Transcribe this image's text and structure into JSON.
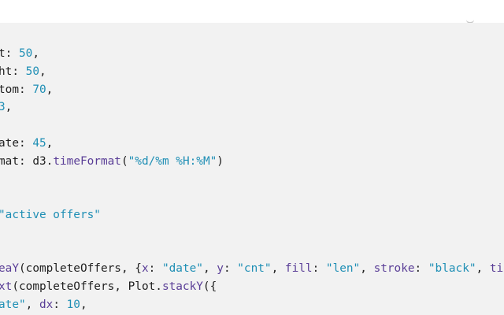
{
  "editor": {
    "lines": [
      {
        "tokens": [
          {
            "t": "t",
            "c": "key"
          },
          {
            "t": ": ",
            "c": "punc"
          },
          {
            "t": "50",
            "c": "num"
          },
          {
            "t": ",",
            "c": "punc"
          }
        ]
      },
      {
        "tokens": [
          {
            "t": "ht",
            "c": "key"
          },
          {
            "t": ": ",
            "c": "punc"
          },
          {
            "t": "50",
            "c": "num"
          },
          {
            "t": ",",
            "c": "punc"
          }
        ]
      },
      {
        "tokens": [
          {
            "t": "tom",
            "c": "key"
          },
          {
            "t": ": ",
            "c": "punc"
          },
          {
            "t": "70",
            "c": "num"
          },
          {
            "t": ",",
            "c": "punc"
          }
        ]
      },
      {
        "tokens": [
          {
            "t": "3",
            "c": "num"
          },
          {
            "t": ",",
            "c": "punc"
          }
        ]
      },
      {
        "tokens": []
      },
      {
        "tokens": [
          {
            "t": "ate",
            "c": "key"
          },
          {
            "t": ": ",
            "c": "punc"
          },
          {
            "t": "45",
            "c": "num"
          },
          {
            "t": ",",
            "c": "punc"
          }
        ]
      },
      {
        "tokens": [
          {
            "t": "mat",
            "c": "key"
          },
          {
            "t": ": d3.",
            "c": "punc"
          },
          {
            "t": "timeFormat",
            "c": "fn"
          },
          {
            "t": "(",
            "c": "punc"
          },
          {
            "t": "\"%d/%m %H:%M\"",
            "c": "str"
          },
          {
            "t": ")",
            "c": "punc"
          }
        ]
      },
      {
        "tokens": []
      },
      {
        "tokens": []
      },
      {
        "tokens": [
          {
            "t": "\"active offers\"",
            "c": "str"
          }
        ]
      },
      {
        "tokens": []
      },
      {
        "tokens": []
      },
      {
        "tokens": [
          {
            "t": "eaY",
            "c": "fn"
          },
          {
            "t": "(completeOffers, {",
            "c": "punc"
          },
          {
            "t": "x",
            "c": "prop"
          },
          {
            "t": ": ",
            "c": "punc"
          },
          {
            "t": "\"date\"",
            "c": "str"
          },
          {
            "t": ", ",
            "c": "punc"
          },
          {
            "t": "y",
            "c": "prop"
          },
          {
            "t": ": ",
            "c": "punc"
          },
          {
            "t": "\"cnt\"",
            "c": "str"
          },
          {
            "t": ", ",
            "c": "punc"
          },
          {
            "t": "fill",
            "c": "prop"
          },
          {
            "t": ": ",
            "c": "punc"
          },
          {
            "t": "\"len\"",
            "c": "str"
          },
          {
            "t": ", ",
            "c": "punc"
          },
          {
            "t": "stroke",
            "c": "prop"
          },
          {
            "t": ": ",
            "c": "punc"
          },
          {
            "t": "\"black\"",
            "c": "str"
          },
          {
            "t": ", ",
            "c": "punc"
          },
          {
            "t": "ti",
            "c": "prop"
          }
        ]
      },
      {
        "tokens": [
          {
            "t": "xt",
            "c": "fn"
          },
          {
            "t": "(completeOffers, Plot.",
            "c": "punc"
          },
          {
            "t": "stackY",
            "c": "fn"
          },
          {
            "t": "({",
            "c": "punc"
          }
        ]
      },
      {
        "tokens": [
          {
            "t": "ate\"",
            "c": "str"
          },
          {
            "t": ", ",
            "c": "punc"
          },
          {
            "t": "dx",
            "c": "prop"
          },
          {
            "t": ": ",
            "c": "punc"
          },
          {
            "t": "10",
            "c": "num"
          },
          {
            "t": ",",
            "c": "punc"
          }
        ]
      }
    ]
  }
}
